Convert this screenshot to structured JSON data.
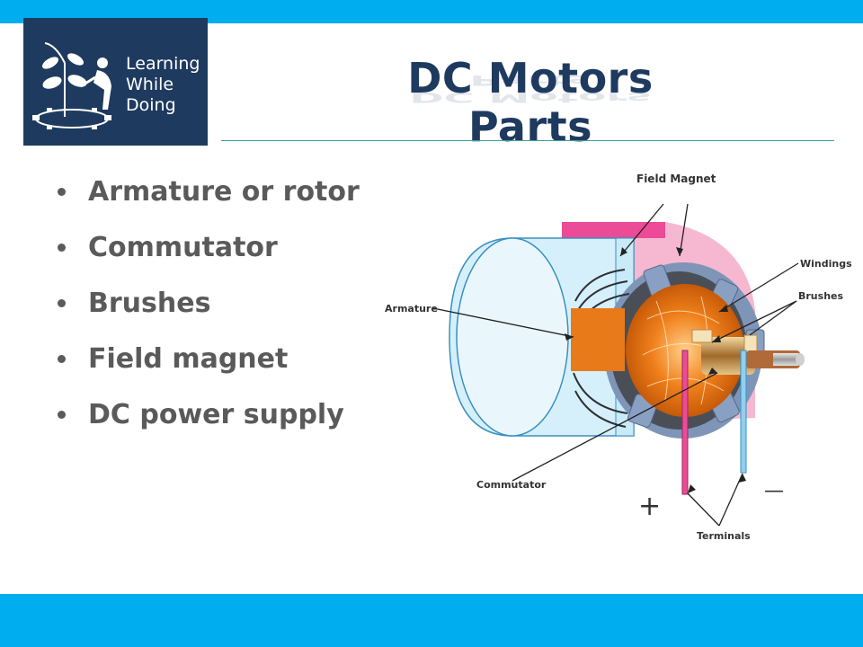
{
  "logo": {
    "line1": "Learning",
    "line2": "While",
    "line3": "Doing"
  },
  "title": "DC Motors Parts",
  "bullets": [
    "Armature or rotor",
    "Commutator",
    "Brushes",
    "Field magnet",
    "DC power supply"
  ],
  "diagram": {
    "label_field_magnet": "Field Magnet",
    "label_windings": "Windings",
    "label_brushes": "Brushes",
    "label_armature": "Armature",
    "label_commutator": "Commutator",
    "label_terminals": "Terminals",
    "plus": "+",
    "minus": "—"
  },
  "colors": {
    "accent_bar": "#00aeef",
    "logo_bg": "#1e3a5f",
    "title": "#1e3a5f",
    "bullet_text": "#5a5a5a"
  }
}
